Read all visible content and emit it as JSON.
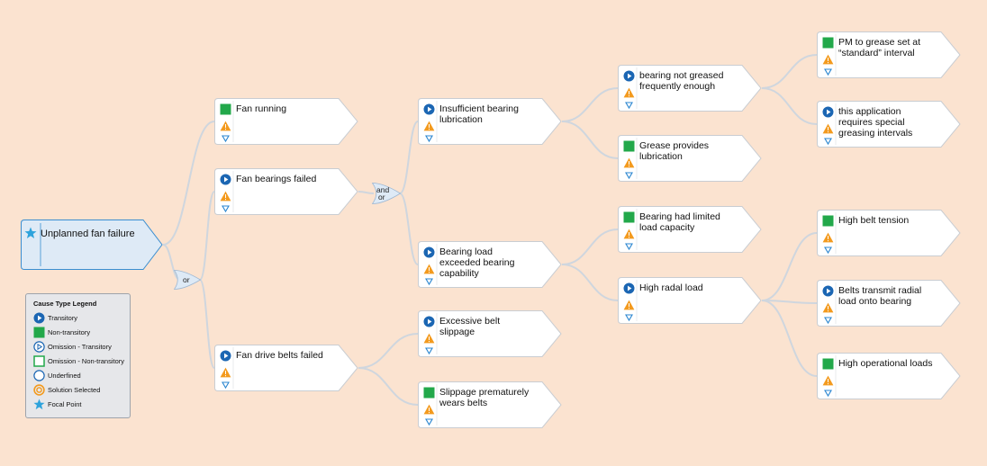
{
  "colors": {
    "background": "#fbe3d0",
    "node_fill": "#ffffff",
    "node_border": "#c9cdd2",
    "focal_fill": "#deeaf6",
    "focal_border": "#3a8ed1",
    "connector": "#cfd6de",
    "transitory_blue": "#1b66b3",
    "nontransitory_green": "#22a84a",
    "warning_orange": "#f39a1e",
    "down_arrow_blue": "#2a86d0"
  },
  "focal": {
    "label": "Unplanned fan failure",
    "icon": "star-icon"
  },
  "gates": {
    "or_main": "or",
    "and_top": "and",
    "or_bottom": "or"
  },
  "nodes": {
    "fan_running": {
      "label": "Fan running",
      "type": "non-transitory"
    },
    "fan_bearings_failed": {
      "label": "Fan bearings failed",
      "type": "transitory"
    },
    "fan_drive_belts_failed": {
      "label": "Fan drive belts failed",
      "type": "transitory"
    },
    "insufficient_lubrication": {
      "label_lines": [
        "Insufficient bearing",
        "lubrication"
      ],
      "type": "transitory"
    },
    "bearing_load_exceeded": {
      "label_lines": [
        "Bearing load",
        "exceeded bearing",
        "capability"
      ],
      "type": "transitory"
    },
    "excessive_belt_slippage": {
      "label_lines": [
        "Excessive belt",
        "slippage"
      ],
      "type": "transitory"
    },
    "slippage_wears_belts": {
      "label_lines": [
        "Slippage prematurely",
        "wears belts"
      ],
      "type": "non-transitory"
    },
    "not_greased_enough": {
      "label_lines": [
        "bearing not greased",
        "frequently enough"
      ],
      "type": "transitory"
    },
    "grease_provides": {
      "label_lines": [
        "Grease provides",
        "lubrication"
      ],
      "type": "non-transitory"
    },
    "limited_load_capacity": {
      "label_lines": [
        "Bearing had limited",
        "load capacity"
      ],
      "type": "non-transitory"
    },
    "high_radial_load": {
      "label": "High radal load",
      "type": "transitory"
    },
    "pm_grease_interval": {
      "label_lines": [
        "PM to grease set at",
        "“standard” interval"
      ],
      "type": "non-transitory"
    },
    "special_intervals": {
      "label_lines": [
        "this application",
        "requires special",
        "greasing intervals"
      ],
      "type": "transitory"
    },
    "high_belt_tension": {
      "label": "High belt tension",
      "type": "non-transitory"
    },
    "belts_transmit_load": {
      "label_lines": [
        "Belts transmit radial",
        "load onto bearing"
      ],
      "type": "transitory"
    },
    "high_operational_loads": {
      "label": "High operational loads",
      "type": "non-transitory"
    }
  },
  "legend": {
    "title": "Cause Type Legend",
    "items": [
      {
        "label": "Transitory",
        "icon": "transitory-icon"
      },
      {
        "label": "Non-transitory",
        "icon": "non-transitory-icon"
      },
      {
        "label": "Omission - Transitory",
        "icon": "omission-transitory-icon"
      },
      {
        "label": "Omission - Non-transitory",
        "icon": "omission-non-transitory-icon"
      },
      {
        "label": "Underfined",
        "icon": "undefined-icon"
      },
      {
        "label": "Solution Selected",
        "icon": "solution-selected-icon"
      },
      {
        "label": "Focal Point",
        "icon": "focal-point-icon"
      }
    ]
  }
}
